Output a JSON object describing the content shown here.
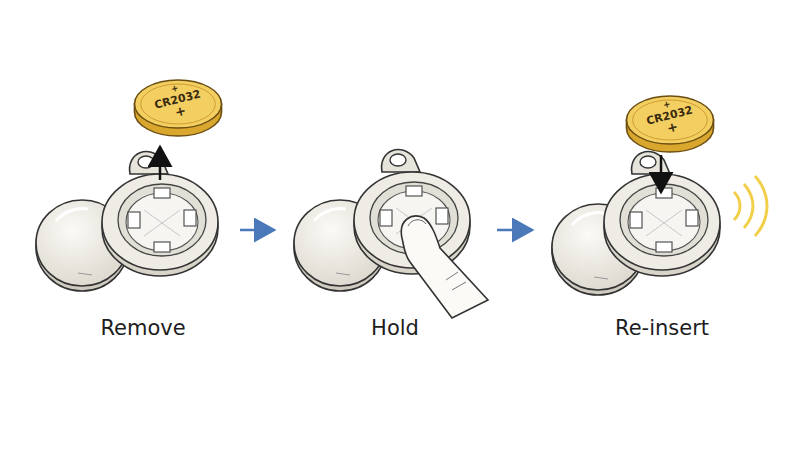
{
  "diagram": {
    "nodes": [
      {
        "text": [
          "+",
          "CR2032",
          "+"
        ]
      },
      {
        "text": [
          "+",
          "CR2032",
          "+"
        ]
      }
    ],
    "labels": [
      "Remove",
      "Hold",
      "Re-insert"
    ]
  }
}
